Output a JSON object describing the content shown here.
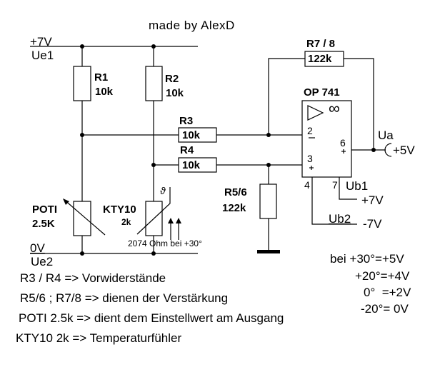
{
  "title": "made by AlexD",
  "supply": {
    "top_voltage": "+7V",
    "top_name": "Ue1",
    "bottom_voltage": "0V",
    "bottom_name": "Ue2"
  },
  "components": {
    "r1": {
      "name": "R1",
      "value": "10k"
    },
    "r2": {
      "name": "R2",
      "value": "10k"
    },
    "r3": {
      "name": "R3",
      "value": "10k"
    },
    "r4": {
      "name": "R4",
      "value": "10k"
    },
    "r56": {
      "name": "R5/6",
      "value": "122k"
    },
    "r78": {
      "name": "R7 / 8",
      "value": "122k"
    },
    "poti": {
      "name": "POTI",
      "value": "2.5K"
    },
    "kty": {
      "name": "KTY10",
      "value": "2k",
      "theta": "ϑ",
      "note": "2074 Ohm bei +30°"
    },
    "opamp": {
      "name": "OP 741",
      "infinity": "∞",
      "pin_inv": "2",
      "pin_noninv": "3",
      "pin_out": "6",
      "pin_4": "4",
      "pin_7": "7"
    }
  },
  "output": {
    "name": "Ua",
    "value": "+5V"
  },
  "opamp_supply": {
    "ub1_name": "Ub1",
    "ub1_value": "+7V",
    "ub2_name": "Ub2",
    "ub2_value": "-7V"
  },
  "notes": [
    "R3 / R4 => Vorwiderstände",
    "R5/6 ; R7/8 => dienen der Verstärkung",
    "POTI 2.5k => dient dem Einstellwert am Ausgang",
    "KTY10 2k => Temperaturfühler"
  ],
  "table": [
    "bei +30°=+5V",
    "+20°=+4V",
    "0°  =+2V",
    "-20°= 0V"
  ]
}
